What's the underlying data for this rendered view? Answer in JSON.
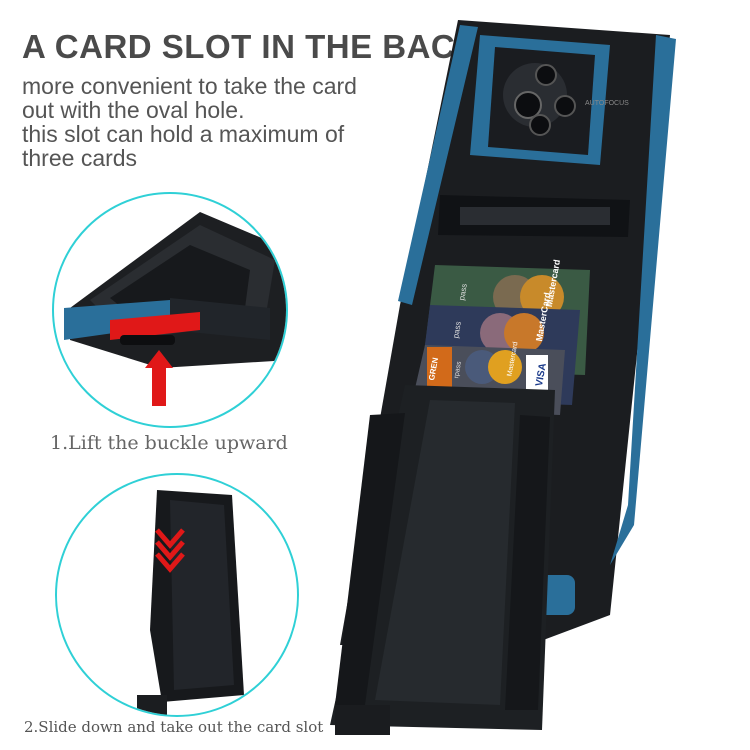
{
  "headline": "A CARD SLOT IN THE BACK",
  "description": [
    "more convenient to take the card",
    "out with the oval hole.",
    "this slot can hold a maximum of",
    "three cards"
  ],
  "step1_caption": "1.Lift the buckle upward",
  "step2_caption": "2.Slide down and take out the card slot",
  "camera_label": "AUTOFOCUS",
  "card_texts": {
    "card1": "Mastercard",
    "card2": "MasterCard",
    "card3": "Mastercard",
    "visa": "VISA",
    "brand_a": "pass",
    "brand_b": "pass",
    "brand_c": "GREN",
    "brand_d": "rpass"
  },
  "colors": {
    "case_black": "#17191c",
    "case_blue": "#2a6f9a",
    "accent_red": "#e01818",
    "circle_cyan": "#2fd0d6"
  },
  "icons": [
    "lift-arrow-icon",
    "chevron-down-icon"
  ]
}
